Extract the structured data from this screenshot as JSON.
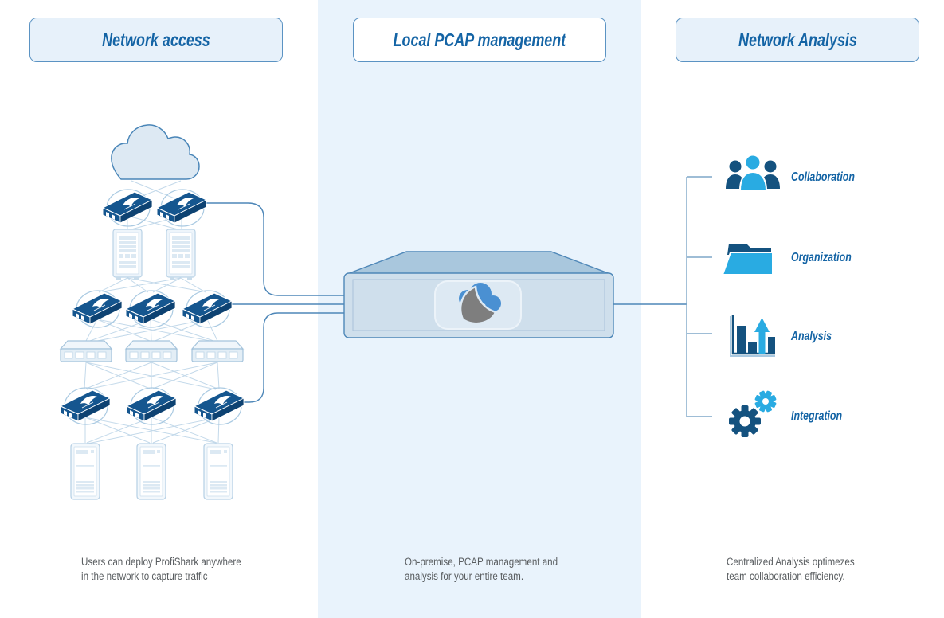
{
  "columns": [
    {
      "header": "Network access",
      "caption": [
        "Users can deploy ProfiShark anywhere",
        "in the network to capture traffic"
      ]
    },
    {
      "header": "Local PCAP management",
      "caption": [
        "On-premise, PCAP management and",
        "analysis for your entire team."
      ]
    },
    {
      "header": "Network Analysis",
      "caption": [
        "Centralized Analysis optimezes",
        "team collaboration efficiency."
      ]
    }
  ],
  "features": [
    {
      "label": "Collaboration",
      "icon": "people-group-icon"
    },
    {
      "label": "Organization",
      "icon": "folder-icon"
    },
    {
      "label": "Analysis",
      "icon": "bar-chart-icon"
    },
    {
      "label": "Integration",
      "icon": "gears-icon"
    }
  ],
  "diagram_icons": {
    "cloud": "internet-cloud-icon",
    "capture_device": "profishark-device-icon",
    "rack": "rack-server-icon",
    "switch": "network-switch-icon",
    "workstation": "workstation-tower-icon",
    "appliance": "pcap-appliance-icon",
    "appliance_logo": "cloudshark-logo-icon"
  },
  "colors": {
    "accent_text_blue": "#1464a5",
    "device_dark_blue": "#15568f",
    "icon_dark_blue": "#14527f",
    "icon_light_blue": "#29abe2",
    "band_background": "#e9f3fc",
    "header_fill": "#e7f1fa",
    "header_border": "#5b93c3",
    "caption_gray": "#595d60",
    "mesh_line": "#c3d9ea",
    "connector_blue": "#4e87b8",
    "bracket_blue": "#7ea7c8",
    "appliance_top": "#a9c7dd",
    "appliance_face": "#cfdfec",
    "logo_cloud_blue": "#4a90d2",
    "logo_shark_gray": "#7e7e7e"
  }
}
